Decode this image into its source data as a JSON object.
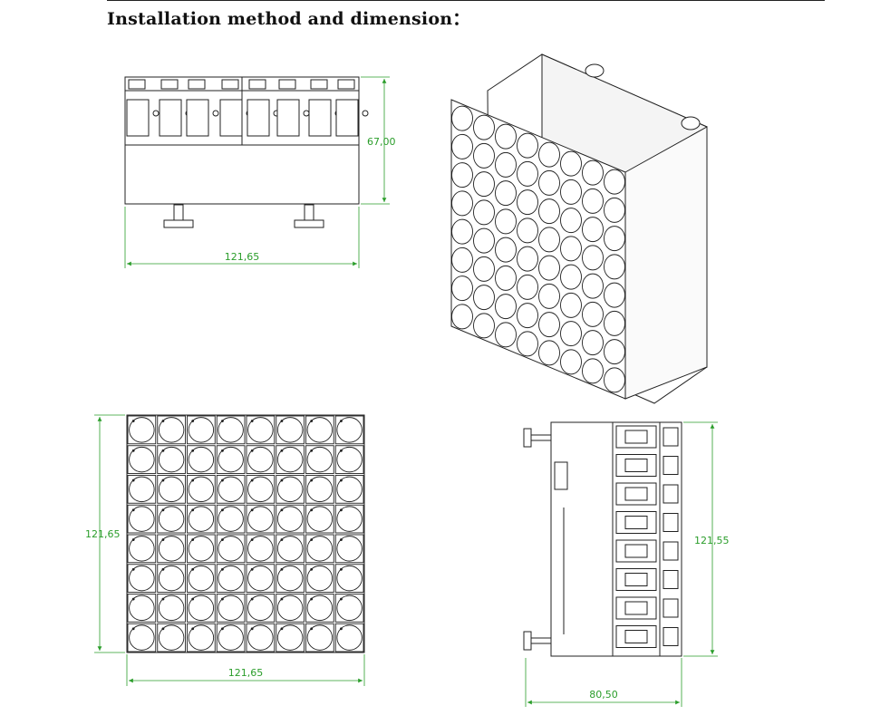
{
  "header": {
    "title": "Installation method and dimension："
  },
  "dimensions": {
    "front_width": "121,65",
    "front_height": "67,00",
    "face_width": "121,65",
    "face_height": "121,65",
    "side_height": "121,55",
    "side_depth": "80,50"
  },
  "colors": {
    "line": "#222222",
    "dimension": "#2a9d2a"
  },
  "grid": {
    "rows": 8,
    "cols": 8
  }
}
